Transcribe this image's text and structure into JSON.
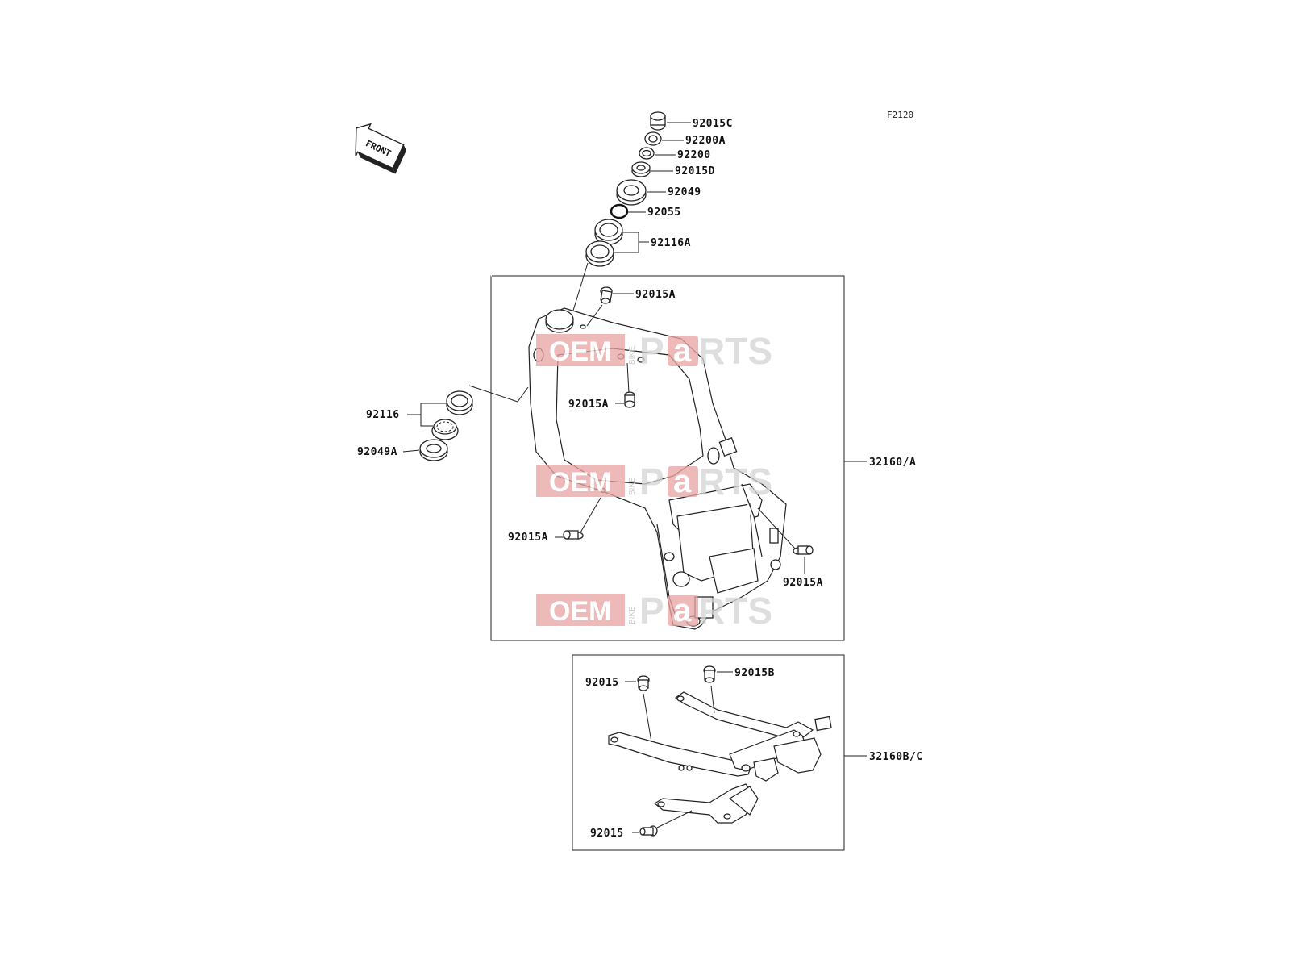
{
  "diagram_code": "F2120",
  "front_marker": "FRONT",
  "watermark": {
    "oem": "OEM",
    "bike": "BIKE",
    "p": "P",
    "a": "a",
    "rts": "RTS",
    "accent": "#e7a3a3"
  },
  "parts": {
    "p92015C": "92015C",
    "p92200A": "92200A",
    "p92200": "92200",
    "p92015D": "92015D",
    "p92049": "92049",
    "p92055": "92055",
    "p92116A": "92116A",
    "p92015A_top": "92015A",
    "p92015A_mid": "92015A",
    "p92116": "92116",
    "p92049A": "92049A",
    "p32160A": "32160/A",
    "p92015A_left": "92015A",
    "p92015A_right": "92015A",
    "p92015_top": "92015",
    "p92015B": "92015B",
    "p32160BC": "32160B/C",
    "p92015_bottom": "92015"
  }
}
